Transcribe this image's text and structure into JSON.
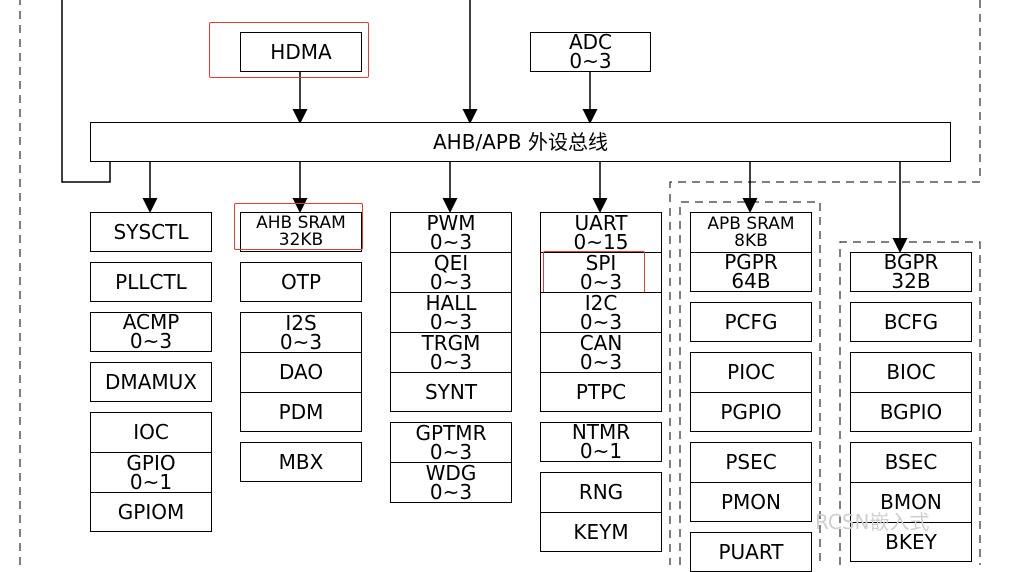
{
  "bus": {
    "label": "AHB/APB 外设总线"
  },
  "top": {
    "hdma": "HDMA",
    "adc": "ADC\n0~3"
  },
  "col1": {
    "sysctl": "SYSCTL",
    "pllctl": "PLLCTL",
    "acmp": "ACMP\n0~3",
    "dmamux": "DMAMUX",
    "ioc": "IOC",
    "gpio": "GPIO\n0~1",
    "gpiom": "GPIOM"
  },
  "col2": {
    "ahb_sram": "AHB SRAM\n32KB",
    "otp": "OTP",
    "i2s": "I2S\n0~3",
    "dao": "DAO",
    "pdm": "PDM",
    "mbx": "MBX"
  },
  "col3": {
    "pwm": "PWM\n0~3",
    "qei": "QEI\n0~3",
    "hall": "HALL\n0~3",
    "trgm": "TRGM\n0~3",
    "synt": "SYNT",
    "gptmr": "GPTMR\n0~3",
    "wdg": "WDG\n0~3"
  },
  "col4": {
    "uart": "UART\n0~15",
    "spi": "SPI\n0~3",
    "i2c": "I2C\n0~3",
    "can": "CAN\n0~3",
    "ptpc": "PTPC",
    "ntmr": "NTMR\n0~1",
    "rng": "RNG",
    "keym": "KEYM"
  },
  "col5": {
    "apb_sram": "APB SRAM\n8KB",
    "pgpr": "PGPR\n64B",
    "pcfg": "PCFG",
    "pioc": "PIOC",
    "pgpio": "PGPIO",
    "psec": "PSEC",
    "pmon": "PMON",
    "puart": "PUART"
  },
  "col6": {
    "bgpr": "BGPR\n32B",
    "bcfg": "BCFG",
    "bioc": "BIOC",
    "bgpio": "BGPIO",
    "bsec": "BSEC",
    "bmon": "BMON",
    "bkey": "BKEY"
  },
  "watermark": "RCSN嵌入式",
  "colors": {
    "highlight": "#e33c3c",
    "line": "#000000",
    "watermark": "#cfcfcf"
  }
}
